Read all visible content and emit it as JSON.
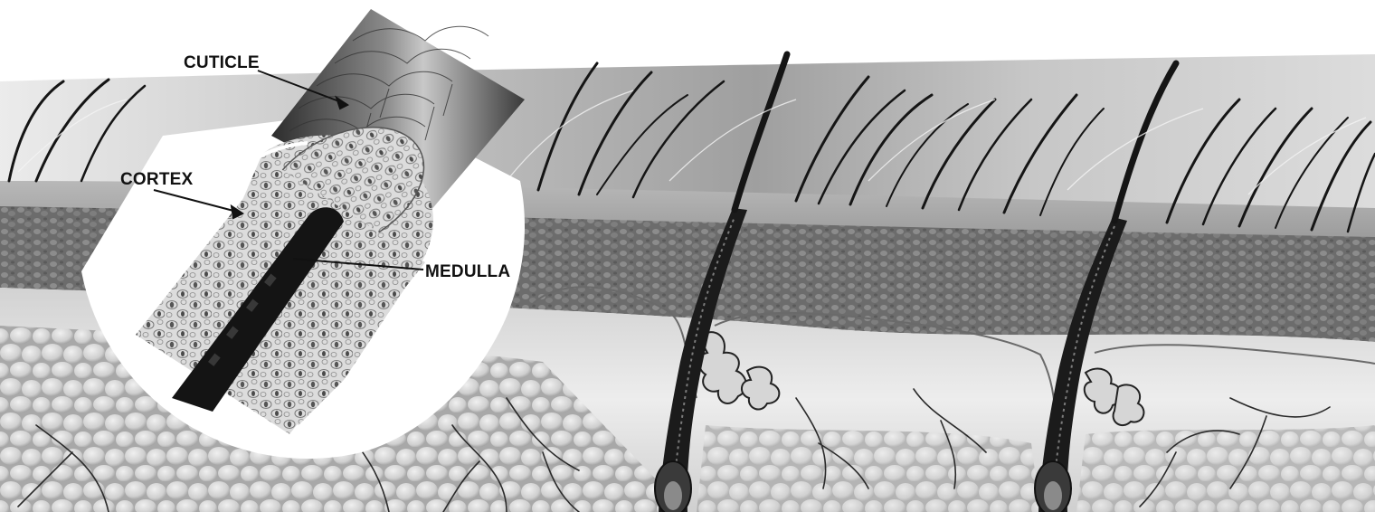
{
  "labels": {
    "cuticle": "CUTICLE",
    "cortex": "CORTEX",
    "medulla": "MEDULLA"
  },
  "colors": {
    "sky": "#e8e8e8",
    "skin_surface": "#9a9a9a",
    "epidermis": "#6a6a6a",
    "dermis": "#e2e2e2",
    "fat": "#d0d0d0",
    "hair": "#151515",
    "label": "#111111"
  }
}
